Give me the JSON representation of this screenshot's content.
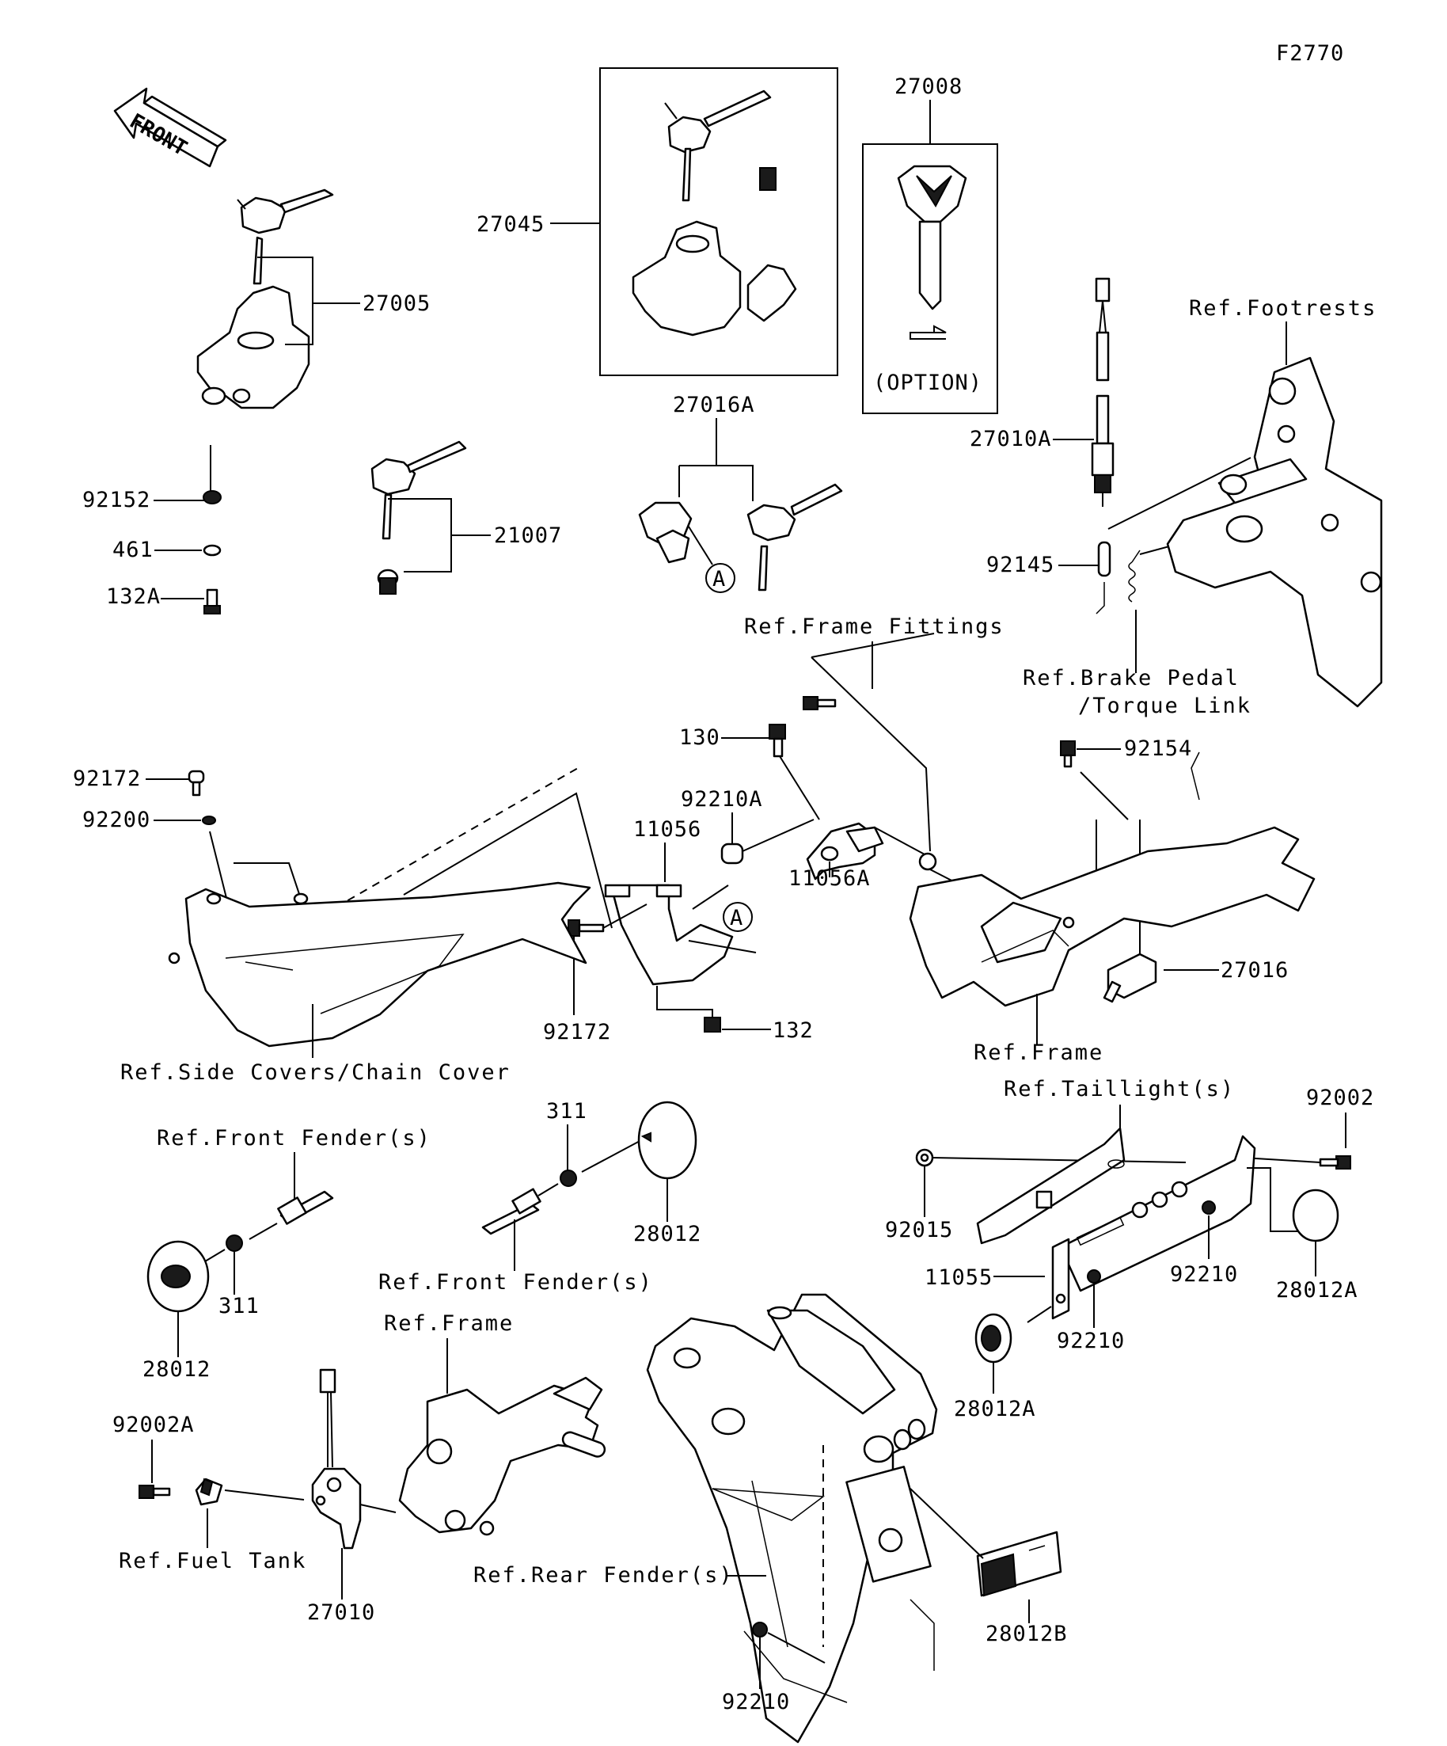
{
  "figure_code": "F2770",
  "front_arrow_text": "FRONT",
  "option_text": "(OPTION)",
  "circle_marker": "A",
  "part_numbers": {
    "p27005": "27005",
    "p27045": "27045",
    "p27008": "27008",
    "p27016A": "27016A",
    "p21007": "21007",
    "p92152": "92152",
    "p461": "461",
    "p132A": "132A",
    "p27010A": "27010A",
    "p92145": "92145",
    "p130": "130",
    "p92210A": "92210A",
    "p11056": "11056",
    "p11056A": "11056A",
    "p92172a": "92172",
    "p92200": "92200",
    "p92172b": "92172",
    "p132": "132",
    "p92154": "92154",
    "p27016": "27016",
    "p92002": "92002",
    "p311a": "311",
    "p28012a": "28012",
    "p311b": "311",
    "p28012b": "28012",
    "p92015": "92015",
    "p11055": "11055",
    "p92210a": "92210",
    "p28012A_a": "28012A",
    "p92210b": "92210",
    "p28012A_b": "28012A",
    "p92002A": "92002A",
    "p27010": "27010",
    "p28012B": "28012B",
    "p92210c": "92210"
  },
  "references": {
    "footrests": "Ref.Footrests",
    "frame_fittings": "Ref.Frame Fittings",
    "brake_pedal_1": "Ref.Brake Pedal",
    "brake_pedal_2": "/Torque Link",
    "side_covers": "Ref.Side Covers/Chain Cover",
    "frame_1": "Ref.Frame",
    "front_fender_1": "Ref.Front Fender(s)",
    "front_fender_2": "Ref.Front Fender(s)",
    "taillight": "Ref.Taillight(s)",
    "frame_2": "Ref.Frame",
    "fuel_tank": "Ref.Fuel Tank",
    "rear_fender": "Ref.Rear Fender(s)"
  }
}
